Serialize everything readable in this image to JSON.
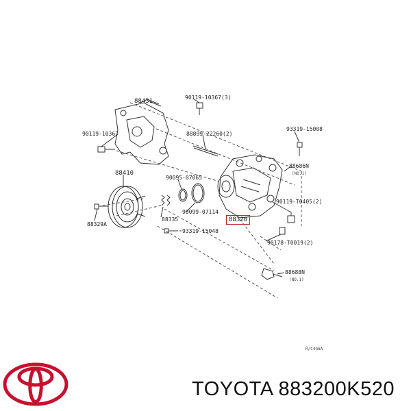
{
  "diagram": {
    "labels": {
      "p88431": "88431",
      "p90119_10367_3": "90119-10367(3)",
      "p90119_10367": "90119-10367",
      "p88899_22260_2": "88899-22260(2)",
      "p93319_15008": "93319-15008",
      "p88686n_top": "88686N",
      "p88686n_top_sub": "(NO.1)",
      "p88410": "88410",
      "p90095_07065": "90095-07065",
      "p90099_07114": "90099-07114",
      "p88329a": "88329A",
      "p88335": "88335",
      "p93319_15048": "93319-15048",
      "p88320": "88320",
      "p90119_t0405_2": "90119-T0405(2)",
      "p90178_t0019_2": "90178-T0019(2)",
      "p88688n": "88688N",
      "p88688n_sub": "(NO.1)",
      "ref_code": "R/C4G6A"
    }
  },
  "footer": {
    "brand_text": "TOYOTA 883200K520",
    "logo_color": "#c8102e"
  }
}
